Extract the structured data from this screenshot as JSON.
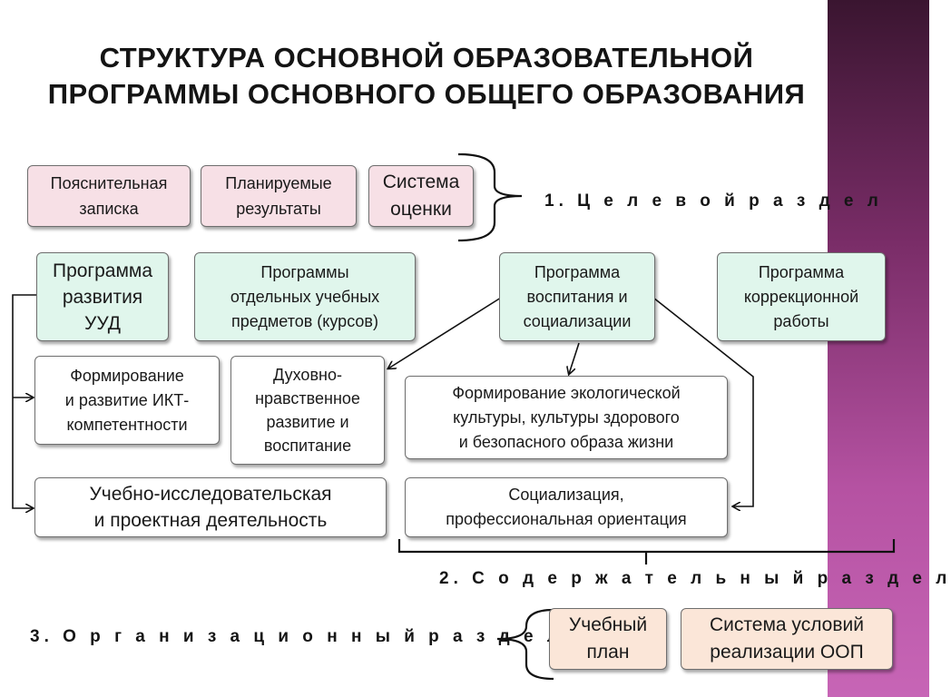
{
  "title": {
    "line1": "СТРУКТУРА ОСНОВНОЙ ОБРАЗОВАТЕЛЬНОЙ",
    "line2": "ПРОГРАММЫ ОСНОВНОГО ОБЩЕГО ОБРАЗОВАНИЯ"
  },
  "sections": {
    "target": "1. Ц е л е в о й   р а з д е л",
    "content": "2. С о д е р ж а т е л ь н ы й   р а з д е л",
    "org": "3. О р г а н и з а ц и о н н ы й   р а з д е л"
  },
  "boxes": {
    "explanatory_note": "Пояснительная\nзаписка",
    "planned_results": "Планируемые\nрезультаты",
    "assessment_system": "Система\nоценки",
    "uud_program": "Программа\nразвития\nУУД",
    "subject_programs": "Программы\nотдельных  учебных\nпредметов (курсов)",
    "upbringing_program": "Программа\nвоспитания и\nсоциализации",
    "correction_program": "Программа\nкоррекционной\nработы",
    "ict_competence": "Формирование\nи развитие ИКТ-\nкомпетентности",
    "spiritual_moral": "Духовно-\nнравственное\nразвитие и\nвоспитание",
    "eco_culture": "Формирование экологической\nкультуры, культуры здорового\nи безопасного образа жизни",
    "research_project": "Учебно-исследовательская\nи проектная  деятельность",
    "socialization": "Социализация,\nпрофессиональная ориентация",
    "curriculum": "Учебный\nплан",
    "conditions_system": "Система условий\nреализации ООП"
  },
  "colors": {
    "pink": "#f7e0e6",
    "mint": "#e0f6ec",
    "peach": "#fbe6d8",
    "stripe": "#b552a2"
  }
}
